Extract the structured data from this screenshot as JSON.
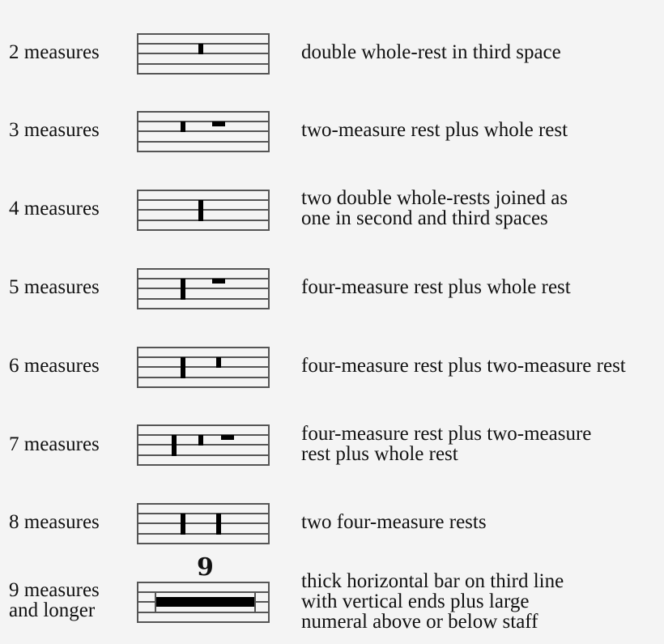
{
  "rows": [
    {
      "label": "2 measures",
      "description": "double whole-rest in third space",
      "rests": [
        "two-measure rest"
      ]
    },
    {
      "label": "3 measures",
      "description": "two-measure rest plus whole rest",
      "rests": [
        "two-measure rest",
        "whole rest"
      ]
    },
    {
      "label": "4 measures",
      "description": "two double whole-rests joined as\none in second and third spaces",
      "rests": [
        "four-measure rest"
      ]
    },
    {
      "label": "5 measures",
      "description": "four-measure rest plus whole rest",
      "rests": [
        "four-measure rest",
        "whole rest"
      ]
    },
    {
      "label": "6 measures",
      "description": "four-measure rest plus two-measure rest",
      "rests": [
        "four-measure rest",
        "two-measure rest"
      ]
    },
    {
      "label": "7 measures",
      "description": "four-measure rest plus two-measure\nrest plus whole rest",
      "rests": [
        "four-measure rest",
        "two-measure rest",
        "whole rest"
      ]
    },
    {
      "label": "8 measures",
      "description": "two four-measure rests",
      "rests": [
        "four-measure rest",
        "four-measure rest"
      ]
    },
    {
      "label": "9 measures\nand longer",
      "description": "thick horizontal bar on third line\nwith vertical ends plus large\nnumeral above or below staff",
      "rests": [
        "multi-measure rest bar"
      ],
      "numeral": "9"
    }
  ],
  "colors": {
    "background": "#f4f4f4",
    "staff_line": "#555555",
    "rest": "#000000",
    "text": "#111111"
  }
}
